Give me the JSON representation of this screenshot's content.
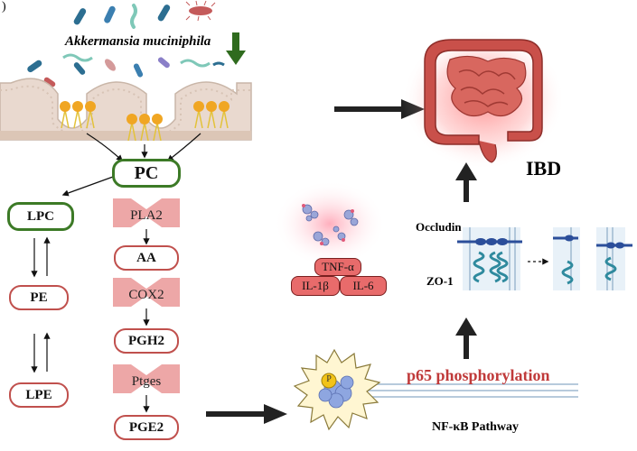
{
  "panel_letter": ")",
  "bacteria_label": "Akkermansia muciniphila",
  "nodes": {
    "pc": "PC",
    "lpc": "LPC",
    "pe": "PE",
    "lpe": "LPE",
    "aa": "AA",
    "pgh2": "PGH2",
    "pge2": "PGE2"
  },
  "enzymes": {
    "pla2": "PLA2",
    "cox2": "COX2",
    "ptges": "Ptges"
  },
  "cytokines": {
    "tnf": "TNF-α",
    "il1b": "IL-1β",
    "il6": "IL-6"
  },
  "ibd_label": "IBD",
  "occludin_label": "Occludin",
  "zo1_label": "ZO-1",
  "p65_label": "p65 phosphorylation",
  "nfkb_label": "NF-κB Pathway",
  "phospho_mark": "P",
  "colors": {
    "red_border": "#c0504d",
    "green_border": "#3c7a26",
    "enzyme_fill": "#eda7a7",
    "cytokine_fill": "#e86b6b",
    "p65_text": "#c03a3a",
    "down_arrow": "#2f6b1e"
  }
}
